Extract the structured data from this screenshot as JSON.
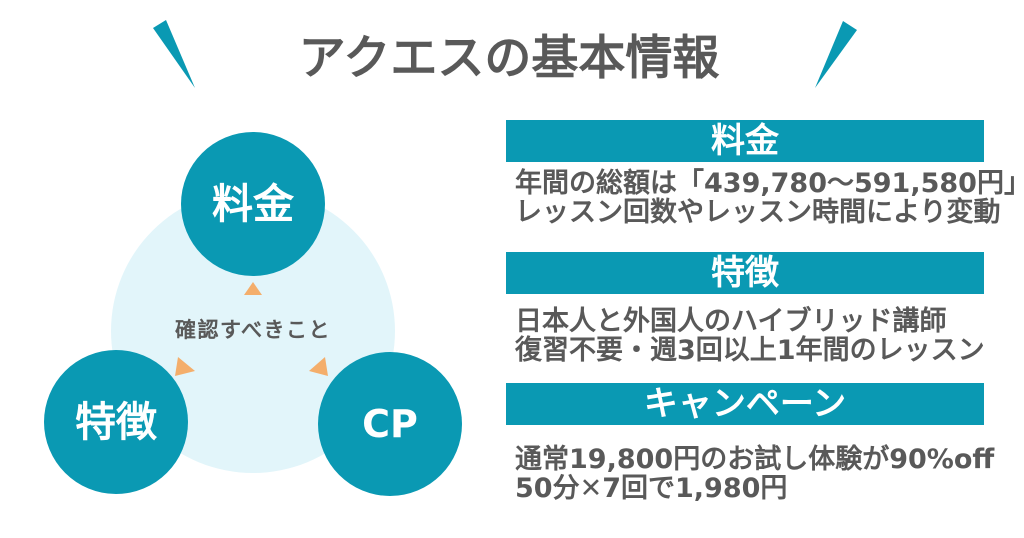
{
  "title": "アクエスの基本情報",
  "diagram": {
    "center_label": "確認すべきこと",
    "nodes": [
      {
        "id": "top",
        "label": "料金"
      },
      {
        "id": "left",
        "label": "特徴"
      },
      {
        "id": "right",
        "label": "CP"
      }
    ]
  },
  "sections": [
    {
      "heading": "料金",
      "lines": [
        "年間の総額は「439,780〜591,580円」",
        "レッスン回数やレッスン時間により変動"
      ]
    },
    {
      "heading": "特徴",
      "lines": [
        "日本人と外国人のハイブリッド講師",
        "復習不要・週3回以上1年間のレッスン"
      ]
    },
    {
      "heading": "キャンペーン",
      "lines": [
        "通常19,800円のお試し体験が90%off",
        "50分✕7回で1,980円"
      ]
    }
  ],
  "colors": {
    "accent_teal": "#0a99b3",
    "light_circle": "#e2f5fa",
    "arrow_orange": "#f4ae6b",
    "text_gray": "#595959",
    "background": "#ffffff"
  }
}
